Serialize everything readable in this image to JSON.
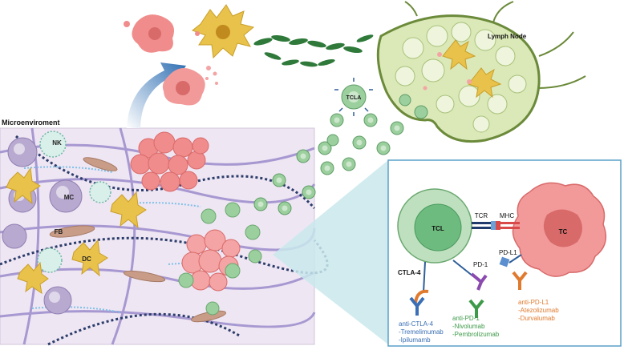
{
  "labels": {
    "microenvironment": "Microenviroment",
    "lymph_node": "Lymph Node",
    "tcla": "TCLA",
    "nk": "NK",
    "mc": "MC",
    "fb": "FB",
    "dc": "DC",
    "tcl": "TCL",
    "tc": "TC",
    "tcr": "TCR",
    "mhc": "MHC",
    "pdl1": "PD-L1",
    "pd1": "PD-1",
    "ctla4": "CTLA-4"
  },
  "drugs": {
    "ctla4": [
      "anti-CTLA-4",
      "-Tremelimumab",
      "-Ipilumamb"
    ],
    "pd1": [
      "anti-PD-1",
      "-Nivolumab",
      "-Pembrolizumab"
    ],
    "pdl1": [
      "anti-PD-L1",
      "-Atezolizumab",
      "-Durvalumab"
    ]
  },
  "colors": {
    "ctla4_text": "#3a6fb5",
    "pd1_text": "#3d9a48",
    "pdl1_text": "#e07a2e",
    "tumor": "#f08c8c",
    "tcell": "#8fc79a",
    "dendritic": "#e8c24a",
    "inset_bg": "#ffffff",
    "inset_border": "#5aa0c8"
  }
}
